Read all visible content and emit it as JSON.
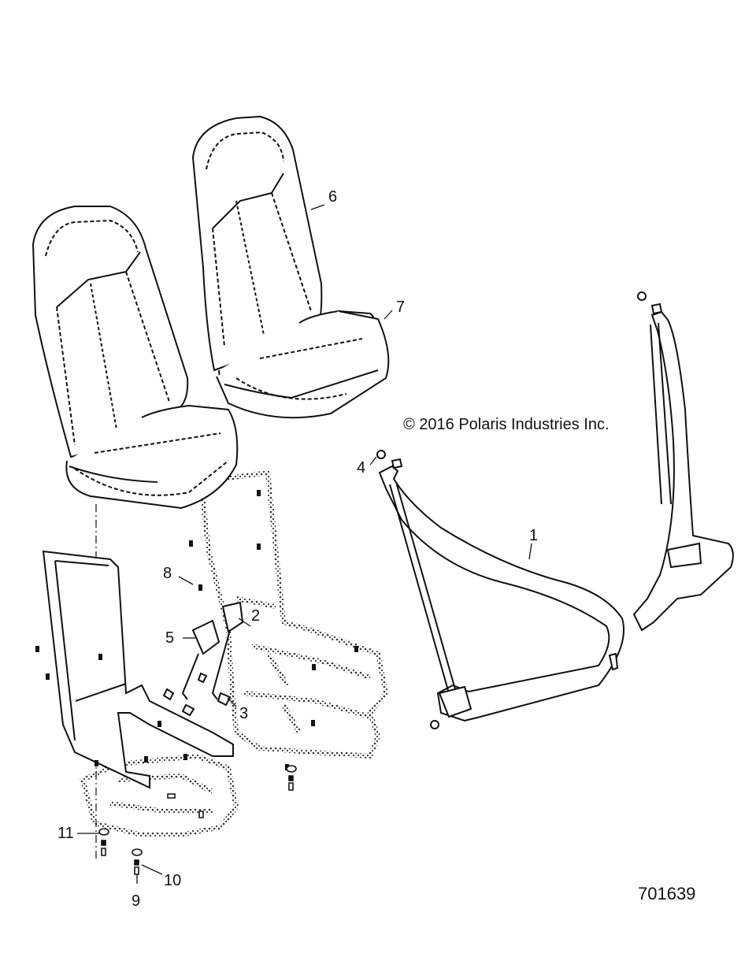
{
  "copyright": "© 2016 Polaris Industries Inc.",
  "drawing_number": "701639",
  "callouts": {
    "c1": "1",
    "c2": "2",
    "c3": "3",
    "c4": "4",
    "c5": "5",
    "c6": "6",
    "c7": "7",
    "c8": "8",
    "c9": "9",
    "c10": "10",
    "c11": "11"
  }
}
